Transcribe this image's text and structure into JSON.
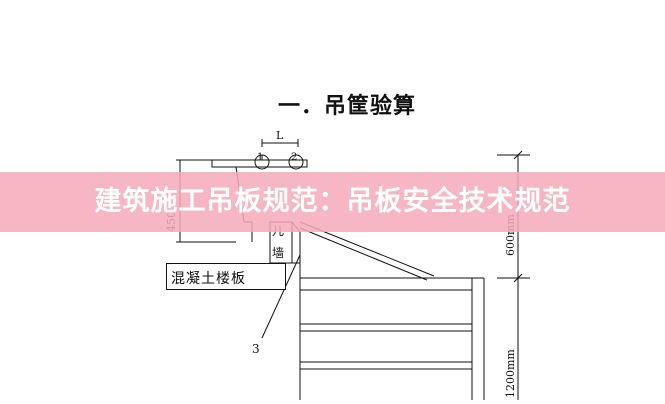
{
  "section_title": "一．吊筐验算",
  "banner_text": "建筑施工吊板规范：吊板安全技术规范",
  "diagram": {
    "label_L": "L",
    "label_1": "1",
    "label_2": "2",
    "label_3": "3",
    "label_450": "450",
    "label_600": "600mm",
    "label_1200": "1200mm",
    "wall_label_top": "儿",
    "wall_label_bottom": "墙",
    "slab_label": "混凝土楼板"
  }
}
